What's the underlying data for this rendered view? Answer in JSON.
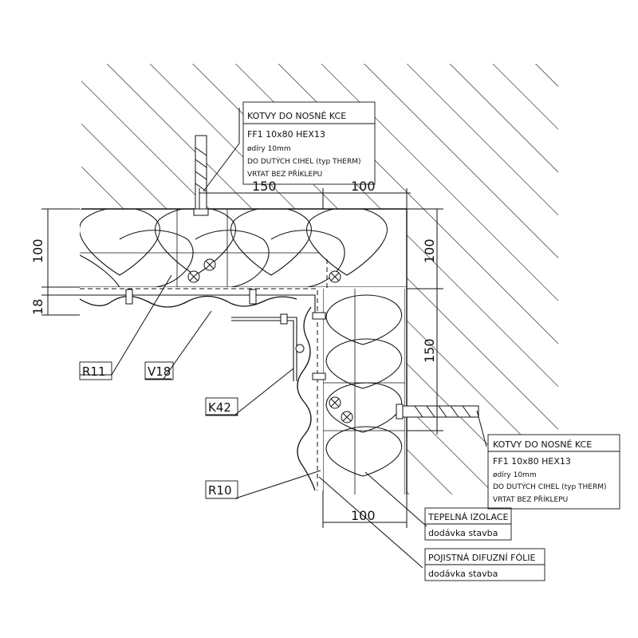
{
  "anchor_callout_top": {
    "title": "KOTVY DO NOSNÉ KCE",
    "line1": "FF1  10x80  HEX13",
    "line2": "ødíry 10mm",
    "line3": "DO DUTÝCH CIHEL (typ THERM)",
    "line4": "VRTAT BEZ PŘÍKLEPU"
  },
  "anchor_callout_right": {
    "title": "KOTVY DO NOSNÉ KCE",
    "line1": "FF1  10x80  HEX13",
    "line2": "ødíry 10mm",
    "line3": "DO DUTÝCH CIHEL (typ THERM)",
    "line4": "VRTAT BEZ PŘÍKLEPU"
  },
  "dimensions": {
    "top_left": "150",
    "top_right": "100",
    "left_insulation": "100",
    "left_cladding": "18",
    "right_upper": "100",
    "right_lower": "150",
    "bottom": "100"
  },
  "part_labels": {
    "r11": "R11",
    "v18": "V18",
    "k42": "K42",
    "r10": "R10"
  },
  "material_labels": {
    "insulation_title": "TEPELNÁ  IZOLACE",
    "insulation_note": "dodávka  stavba",
    "foil_title": "POJISTNÁ  DIFUZNÍ  FÓLIE",
    "foil_note": "dodávka  stavba"
  }
}
